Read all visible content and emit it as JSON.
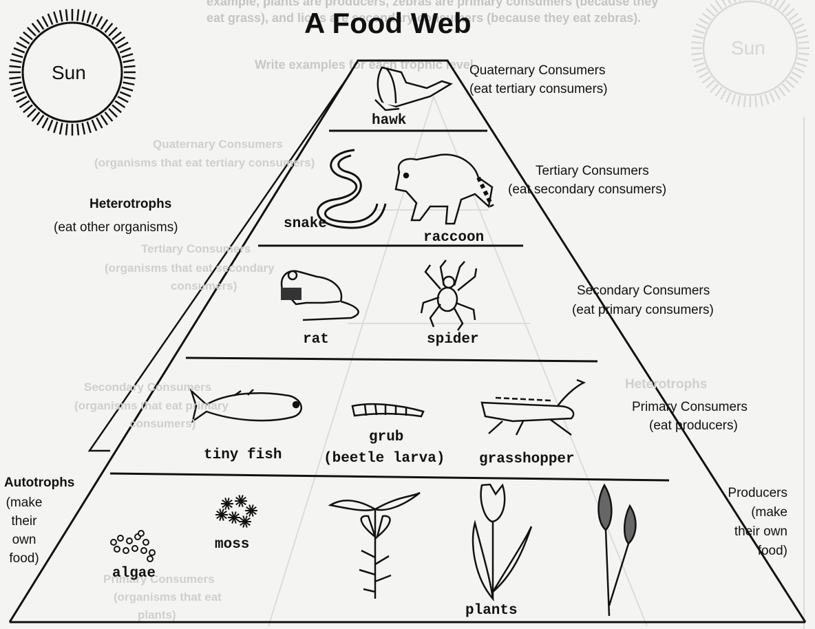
{
  "title": "A Food Web",
  "sun": {
    "label": "Sun"
  },
  "faded_bleedthrough": {
    "paragraph_line1": "example, plants are producers, zebras are primary consumers (because they",
    "paragraph_line2": "eat grass), and lions are secondary consumers (because they eat zebras).",
    "paragraph_line3": "Write examples for each trophic level.",
    "sun_label": "Sun",
    "quaternary_line1": "Quaternary Consumers",
    "quaternary_line2": "(organisms that eat tertiary consumers)",
    "tertiary_line1": "Tertiary Consumers",
    "tertiary_line2": "(organisms that eat secondary",
    "tertiary_line3": "consumers)",
    "secondary_line1": "Secondary Consumers",
    "secondary_line2": "(organisms that eat primary",
    "secondary_line3": "consumers)",
    "heterotrophs": "Heterotrophs",
    "primary_line1": "Primary Consumers",
    "primary_line2": "(organisms that eat",
    "primary_line3": "plants)"
  },
  "left_labels": {
    "heterotrophs_title": "Heterotrophs",
    "heterotrophs_desc": "(eat other organisms)",
    "autotrophs_title": "Autotrophs",
    "autotrophs_desc_1": "(make",
    "autotrophs_desc_2": "their",
    "autotrophs_desc_3": "own",
    "autotrophs_desc_4": "food)"
  },
  "levels": {
    "quaternary": {
      "title": "Quaternary Consumers",
      "desc": "(eat tertiary consumers)"
    },
    "tertiary": {
      "title": "Tertiary Consumers",
      "desc": "(eat secondary consumers)"
    },
    "secondary": {
      "title": "Secondary Consumers",
      "desc": "(eat primary consumers)"
    },
    "primary": {
      "title": "Primary Consumers",
      "desc": "(eat producers)"
    },
    "producers": {
      "line1": "Producers",
      "line2": "(make",
      "line3": "their own",
      "line4": "food)"
    }
  },
  "organisms": {
    "hawk": "hawk",
    "snake": "snake",
    "raccoon": "raccoon",
    "rat": "rat",
    "spider": "spider",
    "tiny_fish": "tiny fish",
    "grub": "grub",
    "grub_note": "(beetle larva)",
    "grasshopper": "grasshopper",
    "moss": "moss",
    "algae": "algae",
    "plants": "plants"
  }
}
